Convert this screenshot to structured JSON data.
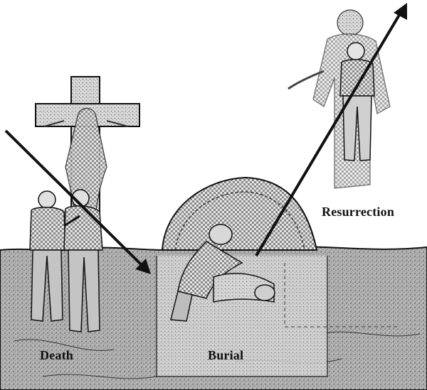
{
  "labels": {
    "death": "Death",
    "burial": "Burial",
    "resurrection": "Resurrection"
  },
  "icons": {
    "cross": "cross-icon",
    "tomb": "tomb-arch-icon",
    "arrow_down": "arrow-down-icon",
    "arrow_up": "arrow-up-icon"
  },
  "colors": {
    "ink": "#111111",
    "earth": "#a9a9a9",
    "earth_dark": "#7d7d7d",
    "figure_fill": "#cfcfcf",
    "background": "#ffffff"
  }
}
